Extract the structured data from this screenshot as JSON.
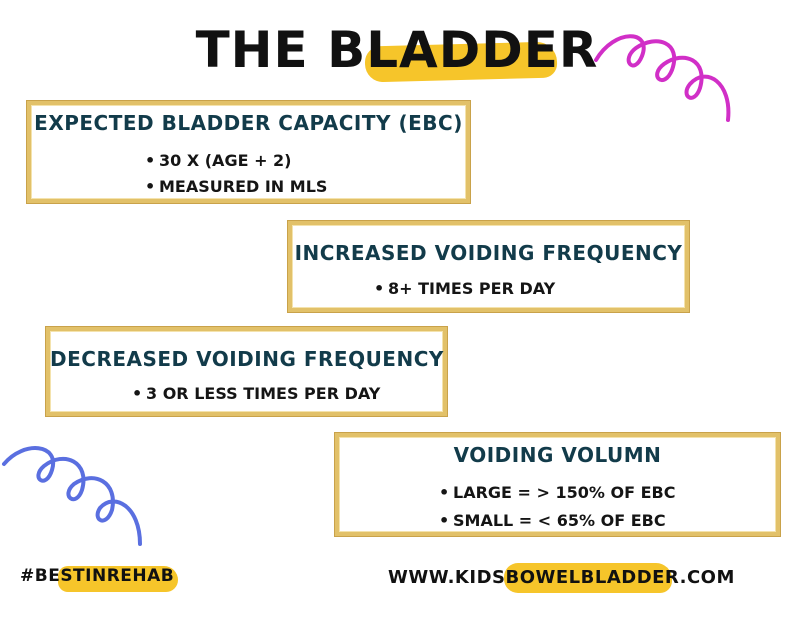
{
  "title": "THE BLADDER",
  "colors": {
    "highlight": "#f6c52a",
    "heading": "#123b4a",
    "frame": "#e2c169",
    "spiral_magenta": "#d12fc7",
    "spiral_blue": "#5a6fe0"
  },
  "icons": [
    "magenta-spiral-icon",
    "blue-spiral-icon"
  ],
  "boxes": {
    "ebc": {
      "heading": "EXPECTED BLADDER CAPACITY (EBC)",
      "bullets": [
        "30 X (AGE + 2)",
        "MEASURED IN MLS"
      ]
    },
    "increased": {
      "heading": "INCREASED VOIDING FREQUENCY",
      "bullets": [
        "8+ TIMES PER DAY"
      ]
    },
    "decreased": {
      "heading": "DECREASED VOIDING FREQUENCY",
      "bullets": [
        "3 OR LESS TIMES PER DAY"
      ]
    },
    "volume": {
      "heading": "VOIDING VOLUMN",
      "bullets": [
        "LARGE = > 150% OF EBC",
        "SMALL = < 65% OF EBC"
      ]
    }
  },
  "footer": {
    "hashtag": "#BESTINREHAB",
    "website": "WWW.KIDSBOWELBLADDER.COM"
  }
}
